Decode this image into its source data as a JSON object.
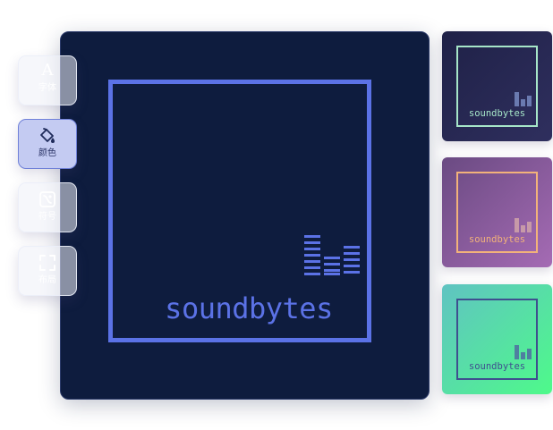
{
  "canvas": {
    "brand_text": "soundbytes",
    "background_color": "#0e1c3e",
    "accent_color": "#5b72e6",
    "logo_icon": "equalizer-bars-icon"
  },
  "toolbar": {
    "items": [
      {
        "label": "字体",
        "icon": "font-icon",
        "glyph": "A",
        "active": false
      },
      {
        "label": "颜色",
        "icon": "paint-bucket-icon",
        "active": true
      },
      {
        "label": "符号",
        "icon": "symbol-icon",
        "active": false
      },
      {
        "label": "布局",
        "icon": "layout-frame-icon",
        "active": false
      }
    ]
  },
  "previews": [
    {
      "brand_text": "soundbytes",
      "text_color": "#a6e6c8",
      "frame_color": "#a6e6c8",
      "background": [
        "#1f2147",
        "#2f2f5e"
      ]
    },
    {
      "brand_text": "soundbytes",
      "text_color": "#f2b27a",
      "frame_color": "#f2b27a",
      "background": [
        "#6a4a82",
        "#a56bb4"
      ]
    },
    {
      "brand_text": "soundbytes",
      "text_color": "#3f4f8f",
      "frame_color": "#3f4f8f",
      "background": [
        "#60c3c2",
        "#4efa8a"
      ]
    }
  ]
}
